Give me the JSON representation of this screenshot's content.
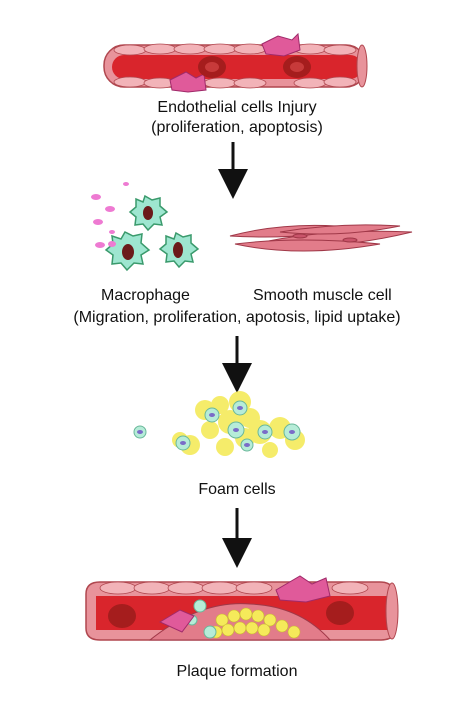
{
  "stages": {
    "injury": {
      "title": "Endothelial cells Injury",
      "subtitle": "(proliferation, apoptosis)"
    },
    "cells": {
      "macrophage_label": "Macrophage",
      "smooth_muscle_label": "Smooth muscle cell",
      "subtitle": "(Migration, proliferation, apotosis, lipid uptake)"
    },
    "foam": {
      "title": "Foam cells"
    },
    "plaque": {
      "title": "Plaque formation"
    }
  },
  "colors": {
    "vessel_wall": "#e8939b",
    "vessel_lumen": "#d9252c",
    "endothelium": "#f2b3b8",
    "rbc": "#a51d1d",
    "smooth_muscle": "#e27c8a",
    "macrophage_body": "#9ee6d0",
    "macrophage_outline": "#3a9a6c",
    "lipid": "#ee7ad2",
    "foam_lipid": "#f5ea5a",
    "arrow": "#111111"
  }
}
